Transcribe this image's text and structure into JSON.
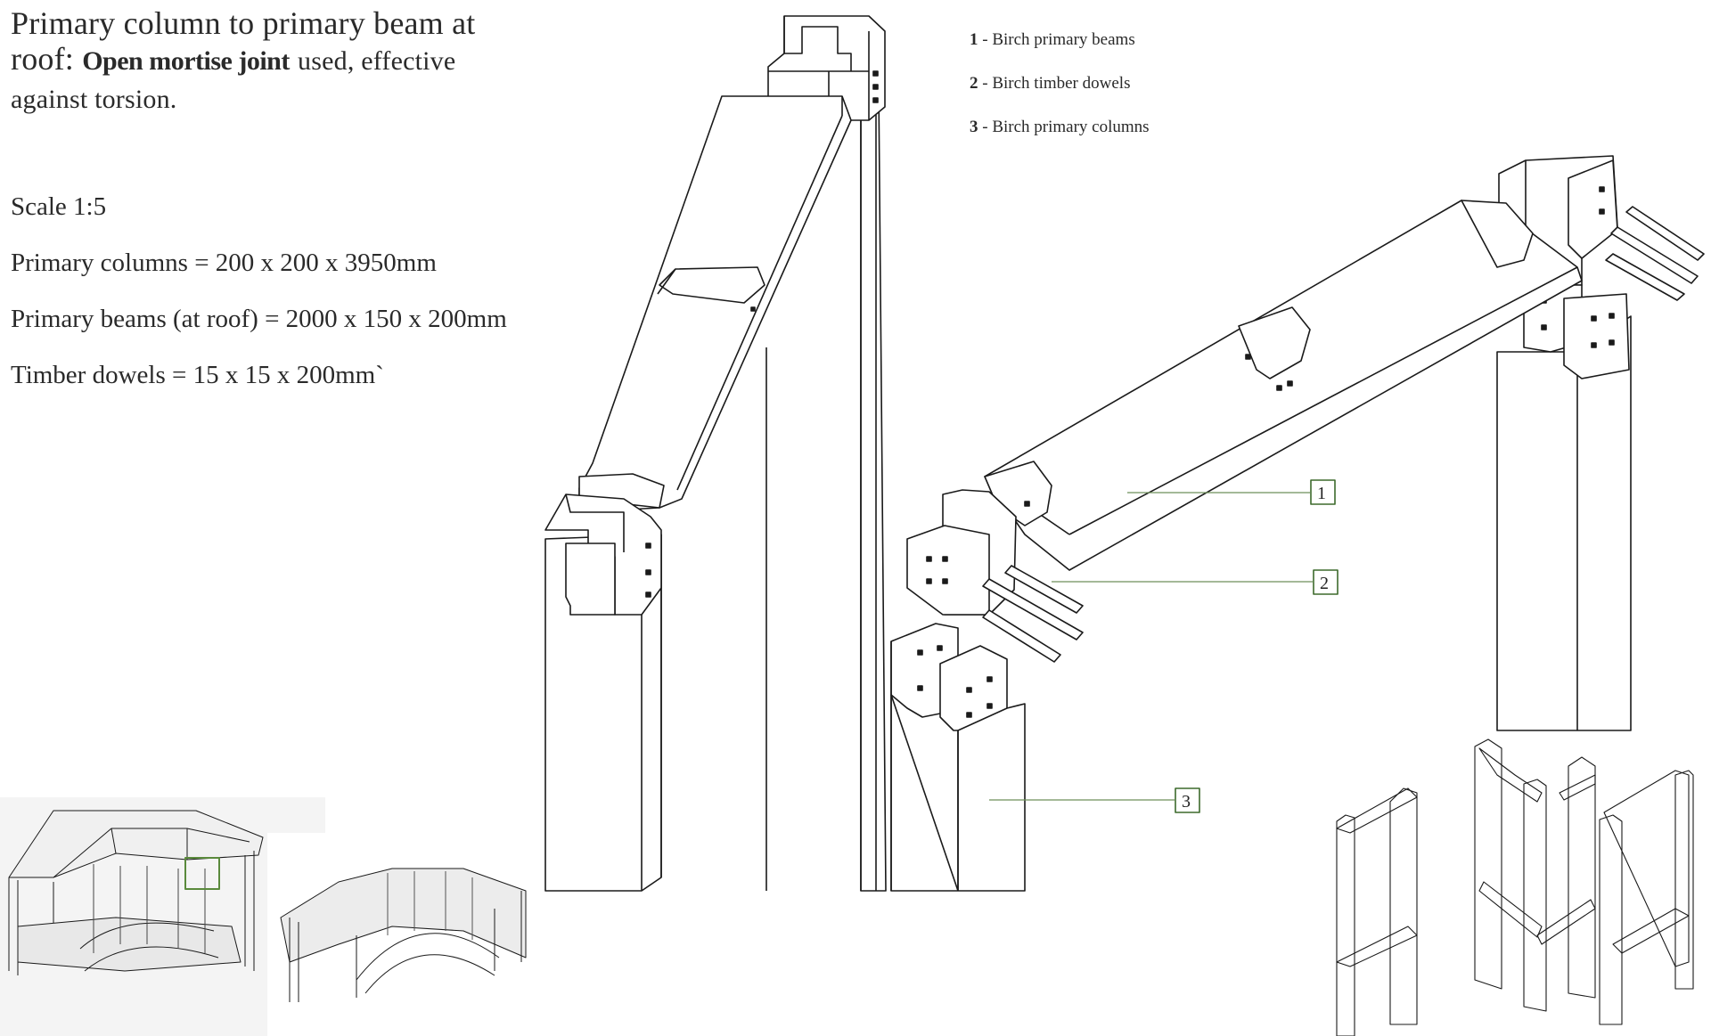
{
  "title": {
    "prefix": "Primary column to primary beam at roof:",
    "highlight": "Open mortise joint",
    "suffix": "used, effective against torsion."
  },
  "specs": [
    "Scale 1:5",
    "Primary columns = 200 x 200 x 3950mm",
    "Primary beams (at roof) = 2000 x 150 x 200mm",
    "Timber dowels = 15 x 15 x 200mm`"
  ],
  "legend": [
    {
      "num": "1",
      "label": "- Birch primary beams"
    },
    {
      "num": "2",
      "label": "- Birch timber dowels"
    },
    {
      "num": "3",
      "label": "- Birch primary columns"
    }
  ],
  "callouts": [
    "1",
    "2",
    "3"
  ],
  "colors": {
    "line": "#1a1a1a",
    "leader": "#6e8f5a",
    "highlight_box": "#5a8a3c"
  }
}
